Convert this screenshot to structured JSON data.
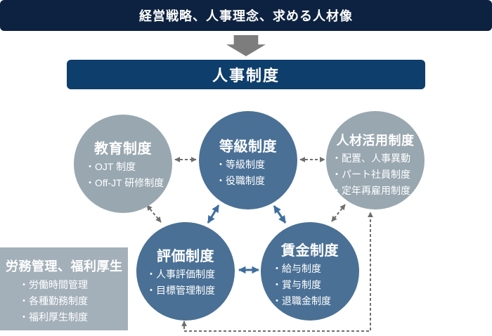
{
  "banner": {
    "label": "経営戦略、人事理念、求める人材像"
  },
  "main_box": {
    "label": "人事制度"
  },
  "circles": [
    {
      "id": "education",
      "title": "教育制度",
      "items": [
        "・OJT 制度",
        "・Off-JT 研修制度"
      ]
    },
    {
      "id": "grade",
      "title": "等級制度",
      "items": [
        "・等級制度",
        "・役職制度"
      ]
    },
    {
      "id": "talent",
      "title": "人材活用制度",
      "items": [
        "・配置、人事異動",
        "・パート社員制度",
        "・定年再雇用制度"
      ]
    },
    {
      "id": "evaluation",
      "title": "評価制度",
      "items": [
        "・人事評価制度",
        "・目標管理制度"
      ]
    },
    {
      "id": "wage",
      "title": "賃金制度",
      "items": [
        "・給与制度",
        "・賞与制度",
        "・退職金制度"
      ]
    }
  ],
  "side_box": {
    "title": "労務管理、福利厚生",
    "items": [
      "・労働時間管理",
      "・各種勤務制度",
      "・福利厚生制度"
    ]
  },
  "connections": [
    {
      "from": "教育制度",
      "to": "等級制度",
      "style": "dashed",
      "bidirectional": true
    },
    {
      "from": "等級制度",
      "to": "人材活用制度",
      "style": "dashed",
      "bidirectional": true
    },
    {
      "from": "教育制度",
      "to": "評価制度",
      "style": "dashed",
      "bidirectional": true
    },
    {
      "from": "人材活用制度",
      "to": "賃金制度",
      "style": "dashed",
      "bidirectional": true
    },
    {
      "from": "等級制度",
      "to": "評価制度",
      "style": "solid",
      "bidirectional": true
    },
    {
      "from": "等級制度",
      "to": "賃金制度",
      "style": "solid",
      "bidirectional": true
    },
    {
      "from": "評価制度",
      "to": "賃金制度",
      "style": "solid",
      "bidirectional": true
    },
    {
      "from": "評価制度",
      "to": "人材活用制度",
      "style": "dashed-loop",
      "bidirectional": true
    },
    {
      "from": "経営戦略、人事理念、求める人材像",
      "to": "人事制度",
      "style": "block-down-arrow"
    }
  ],
  "colors": {
    "banner": "#0D2240",
    "main_box": "#0E3E6B",
    "circle_blue": "#4A7095",
    "circle_gray": "#98A7B0",
    "side_box": "#A3B0B9",
    "arrow_blue": "#3E6E9E",
    "arrow_gray": "#6E6E6E",
    "block_arrow": "#7D7D7D",
    "text": "#FFFFFF"
  }
}
